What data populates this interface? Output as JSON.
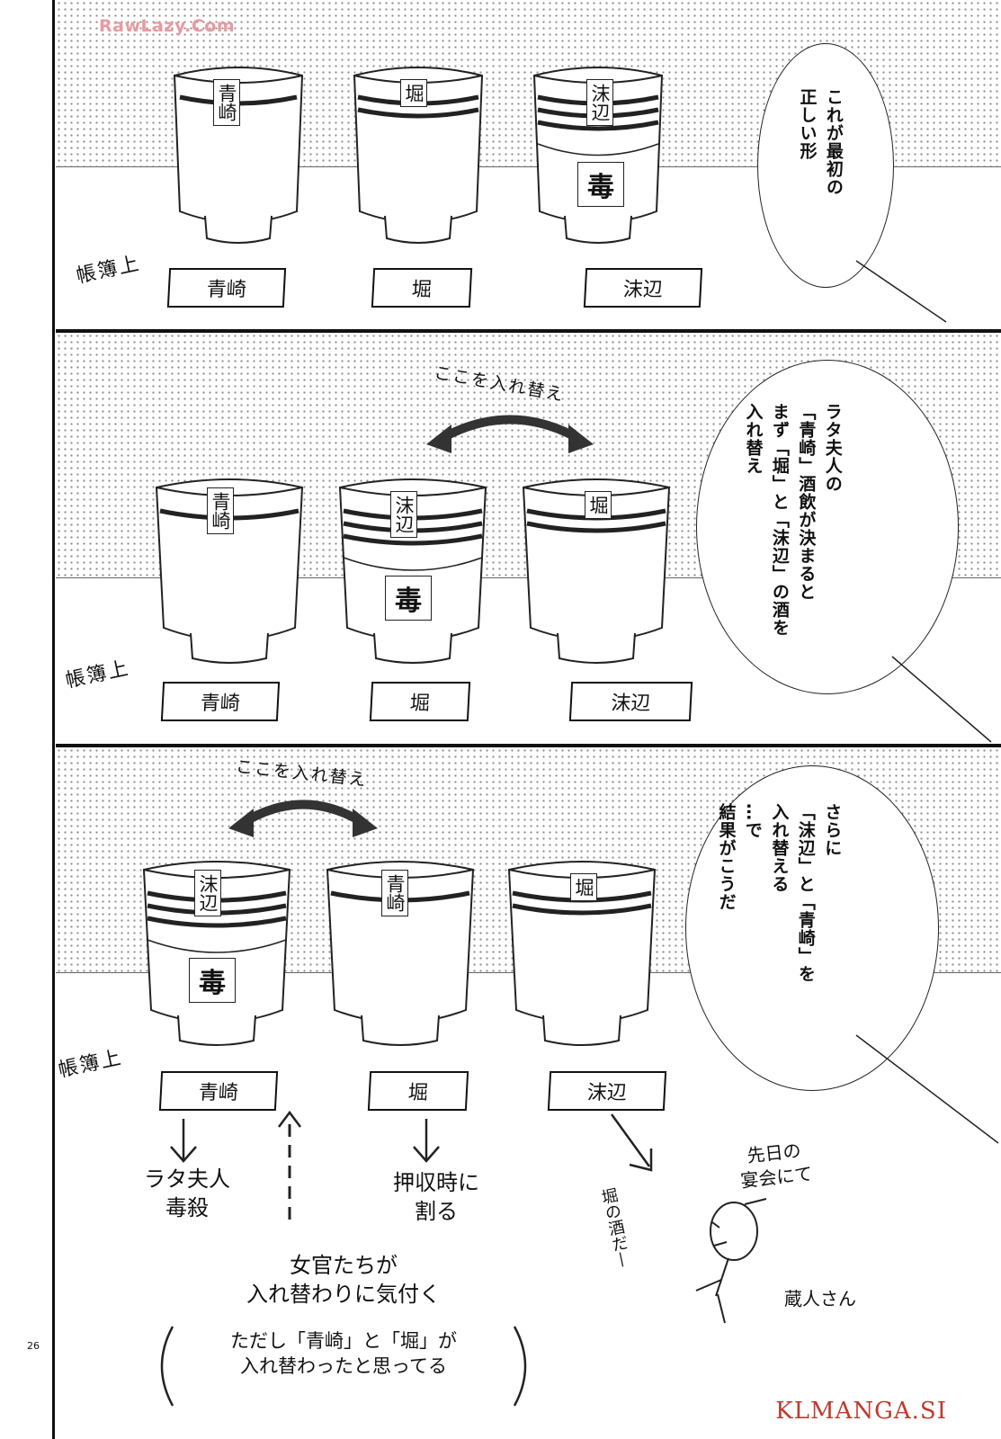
{
  "watermarks": {
    "top": "RawLazy.Com",
    "bottom": "KLMANGA.SI"
  },
  "page_number": "26",
  "panels": [
    {
      "cups": [
        {
          "label": "青崎",
          "poison": ""
        },
        {
          "label": "堀",
          "poison": ""
        },
        {
          "label": "沫辺",
          "poison": "毒"
        }
      ],
      "ledger_label": "帳簿上",
      "ledger_tags": [
        "青崎",
        "堀",
        "沫辺"
      ],
      "swap_note": "",
      "speech": "これが最初の\n正しい形"
    },
    {
      "cups": [
        {
          "label": "青崎",
          "poison": ""
        },
        {
          "label": "沫辺",
          "poison": "毒"
        },
        {
          "label": "堀",
          "poison": ""
        }
      ],
      "ledger_label": "帳簿上",
      "ledger_tags": [
        "青崎",
        "堀",
        "沫辺"
      ],
      "swap_note": "ここを入れ替え",
      "speech": "ラタ夫人の\n「青崎」酒飲が決まると\nまず「堀」と「沫辺」の酒を\n入れ替え"
    },
    {
      "cups": [
        {
          "label": "沫辺",
          "poison": "毒"
        },
        {
          "label": "青崎",
          "poison": ""
        },
        {
          "label": "堀",
          "poison": ""
        }
      ],
      "ledger_label": "帳簿上",
      "ledger_tags": [
        "青崎",
        "堀",
        "沫辺"
      ],
      "swap_note": "ここを入れ替え",
      "speech": "さらに\n「沫辺」と「青崎」を\n入れ替える\n…で\n結果がこうだ",
      "notes": {
        "outcome_1": "ラタ夫人\n毒殺",
        "outcome_2": "押収時に\n割る",
        "outcome_3": "堀の酒だ—",
        "court_ladies": "女官たちが\n入れ替わりに気付く",
        "court_ladies_aside": "ただし「青崎」と「堀」が\n入れ替わったと思ってる",
        "banquet": "先日の\n宴会にて",
        "kurodo": "蔵人さん"
      }
    }
  ]
}
